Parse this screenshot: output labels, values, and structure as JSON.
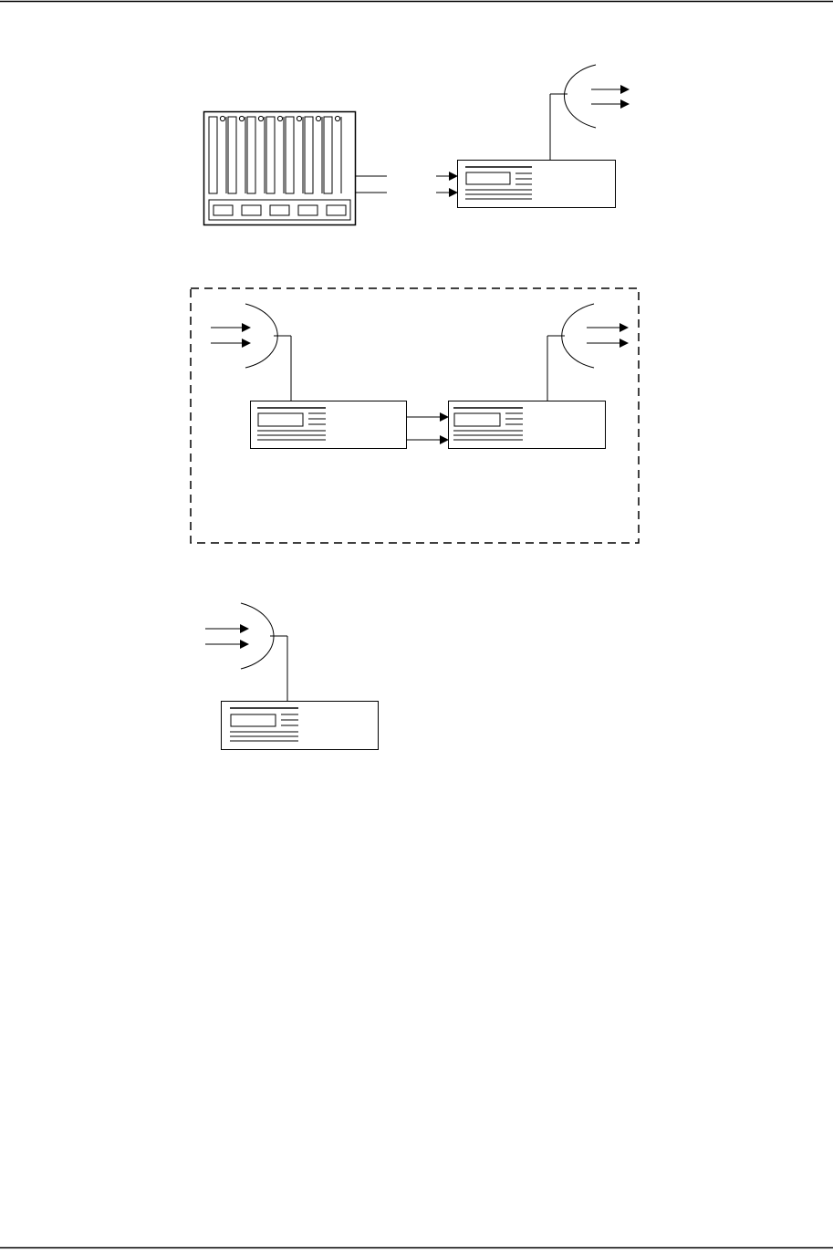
{
  "figure": {
    "title": "",
    "caption": "",
    "labels": []
  },
  "components": {
    "chassis": {
      "name": "card-rack-chassis",
      "slot_count": 7,
      "port_count": 5
    },
    "units": [
      {
        "id": "unit-top",
        "type": "transceiver-unit"
      },
      {
        "id": "unit-middle-left",
        "type": "transceiver-unit"
      },
      {
        "id": "unit-middle-right",
        "type": "transceiver-unit"
      },
      {
        "id": "unit-bottom",
        "type": "transceiver-unit"
      }
    ],
    "antennas": [
      {
        "id": "antenna-top",
        "facing": "right"
      },
      {
        "id": "antenna-middle-left",
        "facing": "left"
      },
      {
        "id": "antenna-middle-right",
        "facing": "right"
      },
      {
        "id": "antenna-bottom",
        "facing": "left"
      }
    ]
  },
  "style": {
    "stroke": "#000000",
    "background": "#ffffff"
  }
}
